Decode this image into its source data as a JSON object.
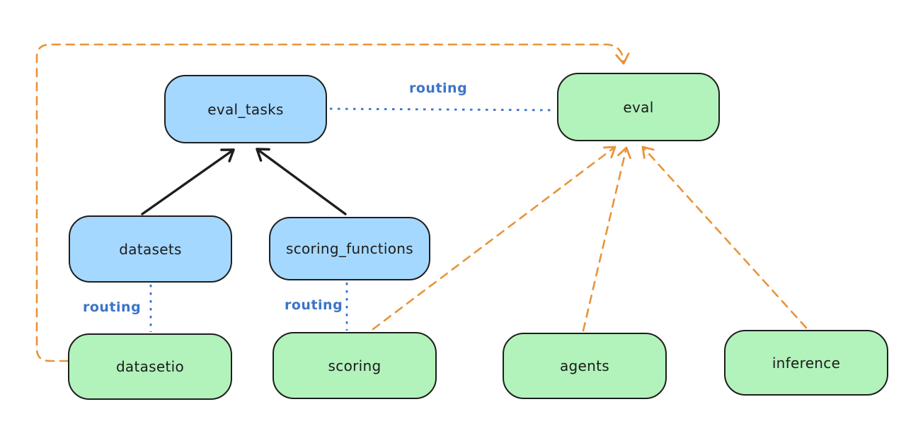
{
  "diagram": {
    "type": "architecture-diagram",
    "nodes": {
      "eval_tasks": {
        "label": "eval_tasks",
        "color": "blue"
      },
      "eval": {
        "label": "eval",
        "color": "green"
      },
      "datasets": {
        "label": "datasets",
        "color": "blue"
      },
      "scoring_functions": {
        "label": "scoring_functions",
        "color": "blue"
      },
      "datasetio": {
        "label": "datasetio",
        "color": "green"
      },
      "scoring": {
        "label": "scoring",
        "color": "green"
      },
      "agents": {
        "label": "agents",
        "color": "green"
      },
      "inference": {
        "label": "inference",
        "color": "green"
      }
    },
    "edges": [
      {
        "from": "datasets",
        "to": "eval_tasks",
        "style": "solid-black-arrow"
      },
      {
        "from": "scoring_functions",
        "to": "eval_tasks",
        "style": "solid-black-arrow"
      },
      {
        "from": "eval_tasks",
        "to": "eval",
        "style": "blue-dotted",
        "label": "routing"
      },
      {
        "from": "datasets",
        "to": "datasetio",
        "style": "blue-dotted",
        "label": "routing"
      },
      {
        "from": "scoring_functions",
        "to": "scoring",
        "style": "blue-dotted",
        "label": "routing"
      },
      {
        "from": "scoring",
        "to": "eval",
        "style": "orange-dashed-arrow"
      },
      {
        "from": "agents",
        "to": "eval",
        "style": "orange-dashed-arrow"
      },
      {
        "from": "inference",
        "to": "eval",
        "style": "orange-dashed-arrow"
      },
      {
        "from": "datasetio",
        "to": "eval",
        "style": "orange-dashed-arrow-loop-over-top"
      }
    ],
    "edge_labels": {
      "routing_eval_tasks_eval": "routing",
      "routing_datasets_datasetio": "routing",
      "routing_scoring_functions_scoring": "routing"
    },
    "colors": {
      "blue_fill": "#a5d8ff",
      "green_fill": "#b2f2bb",
      "stroke": "#1e1e1e",
      "orange": "#e8943a",
      "routing_blue": "#3b74c9",
      "background": "#ffffff"
    }
  }
}
